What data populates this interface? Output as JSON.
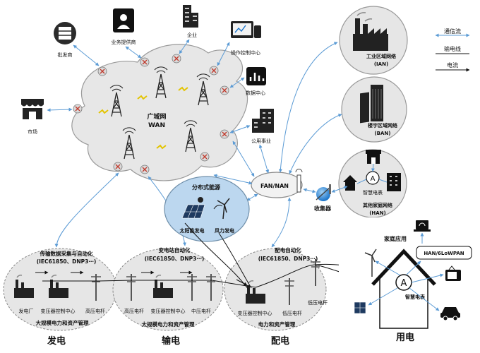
{
  "wan": {
    "title": "广域网",
    "subtitle": "WAN"
  },
  "wan_nodes": {
    "wholesaler": "批发商",
    "service_provider": "业务提供商",
    "enterprise": "企业",
    "operation_center": "操作控制中心",
    "data_center": "数据中心",
    "market": "市场",
    "utility": "公用事业"
  },
  "legend": {
    "comm": "通信流",
    "transmission": "输电线",
    "current": "电流"
  },
  "networks": {
    "ian": {
      "title": "工业区域网络",
      "abbr": "(IAN)"
    },
    "ban": {
      "title": "楼宇区域网络",
      "abbr": "(BAN)"
    },
    "han": {
      "meter": "智慧电表",
      "title": "其他家庭网络",
      "abbr": "(HAN)"
    }
  },
  "fan": {
    "label": "FAN/NAN",
    "collector": "收集器"
  },
  "distributed": {
    "title": "分布式能源",
    "solar": "太阳能发电",
    "wind": "风力发电"
  },
  "generation": {
    "title": "传输数据采集与自动化",
    "protocol": "(IEC61850、DNP3⋯)",
    "power_plant": "发电厂",
    "substation_ctrl": "变压器控制中心",
    "hv_tower": "高压电杆",
    "footer": "大规模电力和资产管理",
    "zone": "发电"
  },
  "transmission_zone": {
    "title": "变电站自动化",
    "protocol": "(IEC61850、DNP3⋯)",
    "hv_tower": "高压电杆",
    "substation_ctrl": "变压器控制中心",
    "mv_tower": "中压电杆",
    "footer": "大规模电力和资产管理",
    "zone": "输电"
  },
  "distribution_zone": {
    "title": "配电自动化",
    "protocol": "(IEC61850、DNP3⋯)",
    "substation_ctrl": "变压器控制中心",
    "lv_tower_a": "低压电杆",
    "lv_tower_b": "低压电杆",
    "footer": "电力和资产管理",
    "zone": "配电"
  },
  "consumption": {
    "home_apps": "家庭应用",
    "han": "HAN/6LoWPAN",
    "meter": "智慧电表",
    "zone": "用电"
  }
}
